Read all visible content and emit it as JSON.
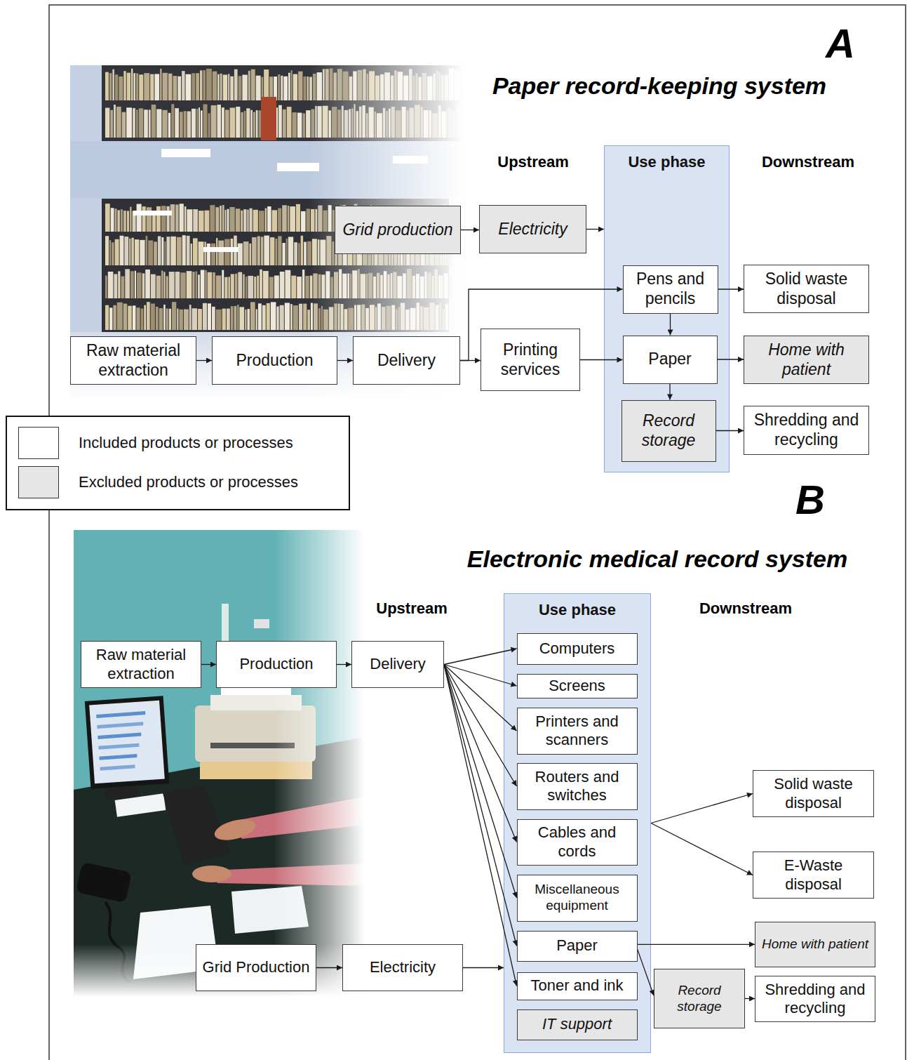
{
  "diagram": {
    "nodes": [
      {
        "text": [
          "Use phase"
        ]
      },
      {
        "text": [
          "Grid production"
        ]
      },
      {
        "text": [
          "Electricity"
        ]
      },
      {
        "text": [
          "Pens and pencils"
        ],
        "in": 0
      },
      {
        "text": [
          "Solid waste disposal"
        ]
      },
      {
        "text": [
          "Raw material extraction"
        ]
      },
      {
        "text": [
          "Production"
        ]
      },
      {
        "text": [
          "Delivery"
        ]
      },
      {
        "text": [
          "Printing services"
        ]
      },
      {
        "text": [
          "Paper"
        ],
        "in": 0
      },
      {
        "text": [
          "Home with patient"
        ]
      },
      {
        "text": [
          "Record storage"
        ],
        "in": 0
      },
      {
        "text": [
          "Shredding and recycling"
        ]
      },
      {
        "text": [
          "Raw material extraction"
        ]
      },
      {
        "text": [
          "Production"
        ]
      },
      {
        "text": [
          "Delivery"
        ]
      },
      {
        "text": [
          "Use phase"
        ]
      },
      {
        "text": [
          "Computers"
        ],
        "in": 16
      },
      {
        "text": [
          "Screens"
        ],
        "in": 16
      },
      {
        "text": [
          "Printers and scanners"
        ],
        "in": 16
      },
      {
        "text": [
          "Routers and switches"
        ],
        "in": 16
      },
      {
        "text": [
          "Cables and cords"
        ],
        "in": 16
      },
      {
        "text": [
          "Miscellaneous equipment"
        ],
        "in": 16
      },
      {
        "text": [
          "Paper"
        ],
        "in": 16
      },
      {
        "text": [
          "Toner and ink"
        ],
        "in": 16
      },
      {
        "text": [
          "IT support"
        ],
        "in": 16
      },
      {
        "text": [
          "Solid waste disposal"
        ]
      },
      {
        "text": [
          "E-Waste disposal"
        ]
      },
      {
        "text": [
          "Home with patient"
        ]
      },
      {
        "text": [
          "Record storage"
        ]
      },
      {
        "text": [
          "Shredding and recycling"
        ]
      },
      {
        "text": [
          "Grid Production"
        ]
      },
      {
        "text": [
          "Electricity"
        ]
      }
    ],
    "edges": [
      {
        "from": 1,
        "to": 2,
        "arrow": "to"
      },
      {
        "from": 2,
        "to": 0,
        "arrow": "to"
      },
      {
        "from": 5,
        "to": 6,
        "arrow": "to"
      },
      {
        "from": 6,
        "to": 7,
        "arrow": "to"
      },
      {
        "from": 7,
        "to": 3,
        "arrow": "to"
      },
      {
        "from": 7,
        "to": 8,
        "arrow": "to"
      },
      {
        "from": 8,
        "to": 9,
        "arrow": "to"
      },
      {
        "from": 3,
        "to": 4,
        "arrow": "to"
      },
      {
        "from": 3,
        "to": 9,
        "arrow": "to"
      },
      {
        "from": 9,
        "to": 10,
        "arrow": "to"
      },
      {
        "from": 9,
        "to": 11,
        "arrow": "to"
      },
      {
        "from": 11,
        "to": 12,
        "arrow": "to"
      },
      {
        "from": 13,
        "to": 14,
        "arrow": "to"
      },
      {
        "from": 14,
        "to": 15,
        "arrow": "to"
      },
      {
        "from": 15,
        "to": 17,
        "arrow": "to"
      },
      {
        "from": 15,
        "to": 18,
        "arrow": "to"
      },
      {
        "from": 15,
        "to": 19,
        "arrow": "to"
      },
      {
        "from": 15,
        "to": 20,
        "arrow": "to"
      },
      {
        "from": 15,
        "to": 21,
        "arrow": "to"
      },
      {
        "from": 15,
        "to": 22,
        "arrow": "to"
      },
      {
        "from": 15,
        "to": 23,
        "arrow": "to"
      },
      {
        "from": 15,
        "to": 24,
        "arrow": "to"
      },
      {
        "from": 31,
        "to": 32,
        "arrow": "to"
      },
      {
        "from": 32,
        "to": 16,
        "arrow": "to"
      },
      {
        "from": 16,
        "to": 26,
        "arrow": "to"
      },
      {
        "from": 16,
        "to": 27,
        "arrow": "to"
      },
      {
        "from": 23,
        "to": 28,
        "arrow": "to"
      },
      {
        "from": 23,
        "to": 29,
        "arrow": "to"
      },
      {
        "from": 29,
        "to": 30,
        "arrow": "to"
      }
    ],
    "labels": [
      "A",
      "Paper record-keeping system",
      "Upstream",
      "Downstream",
      "B",
      "Electronic medical record system",
      "Upstream",
      "Downstream"
    ],
    "legend": [
      {
        "text": "Included products or processes",
        "color": "#ffffff"
      },
      {
        "text": "Excluded products or processes",
        "color": "#e7e6e6"
      }
    ]
  }
}
